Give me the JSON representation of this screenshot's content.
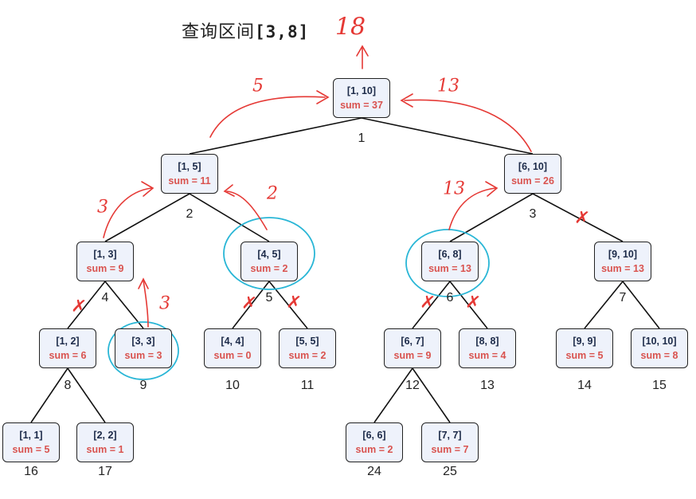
{
  "title": {
    "label": "查询区间",
    "query": "[3,8]"
  },
  "result": "18",
  "colors": {
    "node_fill": "#eef2fb",
    "node_border": "#222222",
    "range_text": "#1c2a48",
    "sum_text": "#d9534f",
    "annotation_red": "#e53935",
    "circle_blue": "#29b6d6"
  },
  "nodes": [
    {
      "id": 1,
      "range": "[1, 10]",
      "sum": "sum = 37",
      "index": "1"
    },
    {
      "id": 2,
      "range": "[1, 5]",
      "sum": "sum = 11",
      "index": "2"
    },
    {
      "id": 3,
      "range": "[6, 10]",
      "sum": "sum = 26",
      "index": "3"
    },
    {
      "id": 4,
      "range": "[1, 3]",
      "sum": "sum = 9",
      "index": "4"
    },
    {
      "id": 5,
      "range": "[4, 5]",
      "sum": "sum = 2",
      "index": "5"
    },
    {
      "id": 6,
      "range": "[6, 8]",
      "sum": "sum = 13",
      "index": "6"
    },
    {
      "id": 7,
      "range": "[9, 10]",
      "sum": "sum = 13",
      "index": "7"
    },
    {
      "id": 8,
      "range": "[1, 2]",
      "sum": "sum = 6",
      "index": "8"
    },
    {
      "id": 9,
      "range": "[3, 3]",
      "sum": "sum = 3",
      "index": "9"
    },
    {
      "id": 10,
      "range": "[4, 4]",
      "sum": "sum = 0",
      "index": "10"
    },
    {
      "id": 11,
      "range": "[5, 5]",
      "sum": "sum = 2",
      "index": "11"
    },
    {
      "id": 12,
      "range": "[6, 7]",
      "sum": "sum = 9",
      "index": "12"
    },
    {
      "id": 13,
      "range": "[8, 8]",
      "sum": "sum = 4",
      "index": "13"
    },
    {
      "id": 14,
      "range": "[9, 9]",
      "sum": "sum = 5",
      "index": "14"
    },
    {
      "id": 15,
      "range": "[10, 10]",
      "sum": "sum = 8",
      "index": "15"
    },
    {
      "id": 16,
      "range": "[1, 1]",
      "sum": "sum = 5",
      "index": "16"
    },
    {
      "id": 17,
      "range": "[2, 2]",
      "sum": "sum = 1",
      "index": "17"
    },
    {
      "id": 24,
      "range": "[6, 6]",
      "sum": "sum = 2",
      "index": "24"
    },
    {
      "id": 25,
      "range": "[7, 7]",
      "sum": "sum = 7",
      "index": "25"
    }
  ],
  "annotations": {
    "left_to_root": "5",
    "right_to_root": "13",
    "node4_to_node2": "3",
    "node5_to_node2": "2",
    "node6_to_node3": "13",
    "node9_to_node4": "3"
  }
}
